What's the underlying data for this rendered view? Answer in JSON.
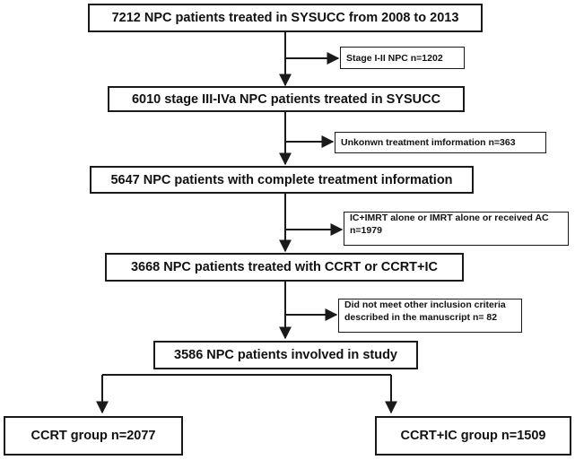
{
  "diagram": {
    "main_steps": [
      "7212 NPC patients treated in SYSUCC from 2008  to 2013",
      "6010 stage III-IVa NPC patients treated in SYSUCC",
      "5647 NPC patients with complete treatment information",
      "3668 NPC patients treated with CCRT or CCRT+IC",
      "3586 NPC patients involved in study"
    ],
    "exclusions": [
      {
        "line1": "Stage I-II NPC  n=1202"
      },
      {
        "line1": "Unkonwn treatment imformation n=363"
      },
      {
        "line1": "IC+IMRT alone or IMRT alone or received AC",
        "line2": "n=1979"
      },
      {
        "line1": "Did not meet other inclusion criteria",
        "line2": "described in the manuscript   n= 82"
      }
    ],
    "groups": [
      "CCRT group    n=2077",
      "CCRT+IC group    n=1509"
    ]
  }
}
